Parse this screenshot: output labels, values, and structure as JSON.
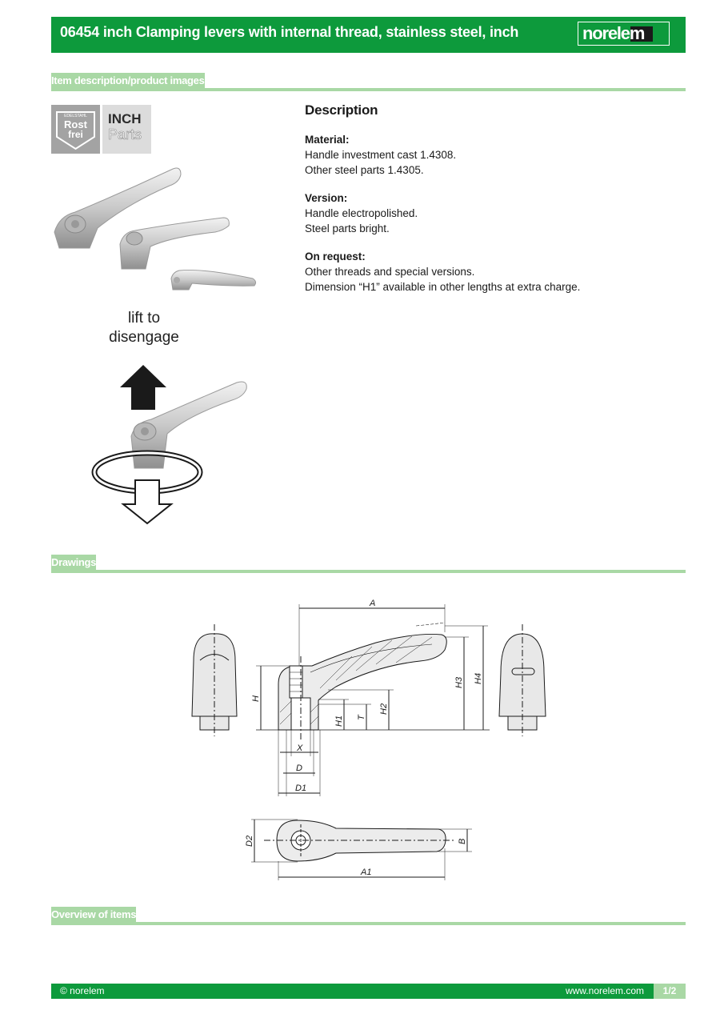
{
  "header": {
    "title": "06454 inch Clamping levers with internal thread, stainless steel, inch",
    "logo_text": "norelem"
  },
  "sections": {
    "product_images": "Item description/product images",
    "drawings": "Drawings",
    "overview": "Overview of items"
  },
  "badges": {
    "rost_top": "EDELSTAHL",
    "rost_line1": "Rost",
    "rost_line2": "frei",
    "inch_title": "INCH",
    "inch_sub": "Parts"
  },
  "illustration": {
    "lift_line1": "lift to",
    "lift_line2": "disengage"
  },
  "description": {
    "heading": "Description",
    "material_label": "Material:",
    "material_line1": "Handle investment cast 1.4308.",
    "material_line2": "Other steel parts 1.4305.",
    "version_label": "Version:",
    "version_line1": "Handle electropolished.",
    "version_line2": "Steel parts bright.",
    "request_label": "On request:",
    "request_line1": "Other threads and special versions.",
    "request_line2": "Dimension “H1” available in other lengths at extra charge."
  },
  "drawing_labels": {
    "A": "A",
    "H": "H",
    "H1": "H1",
    "H2": "H2",
    "H3": "H3",
    "H4": "H4",
    "T": "T",
    "X": "X",
    "D": "D",
    "D1": "D1",
    "D2": "D2",
    "B": "B",
    "A1": "A1"
  },
  "footer": {
    "copyright": "© norelem",
    "website": "www.norelem.com",
    "page": "1/2"
  },
  "colors": {
    "brand_green": "#0d9a3c",
    "section_green": "#a9d8a5"
  }
}
